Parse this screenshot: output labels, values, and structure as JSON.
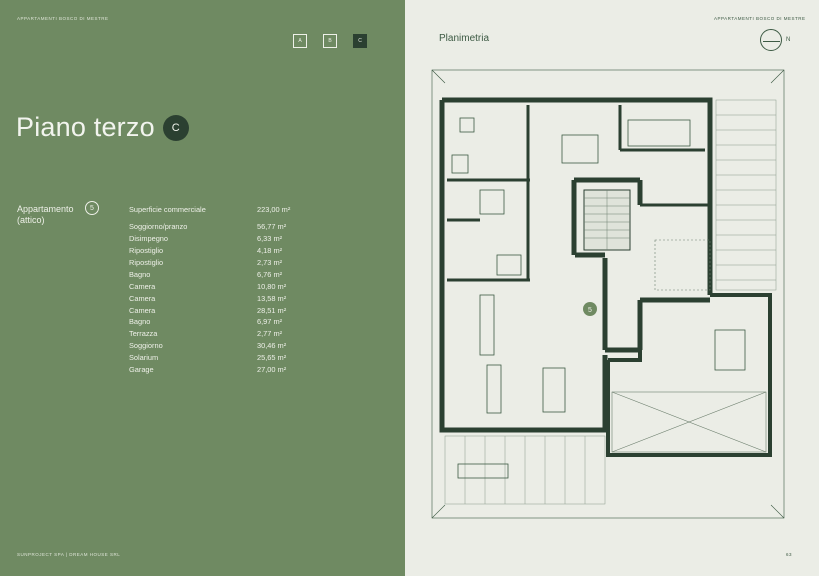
{
  "left_page": {
    "header": "APPARTAMENTI BOSCO DI MESTRE",
    "tabs": [
      "A",
      "B",
      "C"
    ],
    "active_tab": "C",
    "title": "Piano terzo",
    "badge": "C",
    "apartment_label_line1": "Appartamento",
    "apartment_label_line2": "(attico)",
    "apartment_number": "5",
    "footer": "SUNPROJECT SPA | DREAM HOUSE SRL",
    "areas": [
      {
        "room": "Superficie commerciale",
        "value": "223,00 m²"
      },
      {
        "room": "Soggiorno/pranzo",
        "value": "56,77 m²"
      },
      {
        "room": "Disimpegno",
        "value": "6,33 m²"
      },
      {
        "room": "Ripostiglio",
        "value": "4,18 m²"
      },
      {
        "room": "Ripostiglio",
        "value": "2,73 m²"
      },
      {
        "room": "Bagno",
        "value": "6,76 m²"
      },
      {
        "room": "Camera",
        "value": "10,80 m²"
      },
      {
        "room": "Camera",
        "value": "13,58 m²"
      },
      {
        "room": "Camera",
        "value": "28,51 m²"
      },
      {
        "room": "Bagno",
        "value": "6,97 m²"
      },
      {
        "room": "Terrazza",
        "value": "2,77 m²"
      },
      {
        "room": "Soggiorno",
        "value": "30,46 m²"
      },
      {
        "room": "Solarium",
        "value": "25,65 m²"
      },
      {
        "room": "Garage",
        "value": "27,00 m²"
      }
    ]
  },
  "right_page": {
    "header": "APPARTAMENTI BOSCO DI MESTRE",
    "plan_title": "Planimetria",
    "compass_label": "N",
    "plan_badge": "5",
    "page_number": "63"
  },
  "colors": {
    "left_background": "#6f8a62",
    "right_background": "#ebede6",
    "dark_green": "#2b4031",
    "text_light": "#eef0e8"
  }
}
